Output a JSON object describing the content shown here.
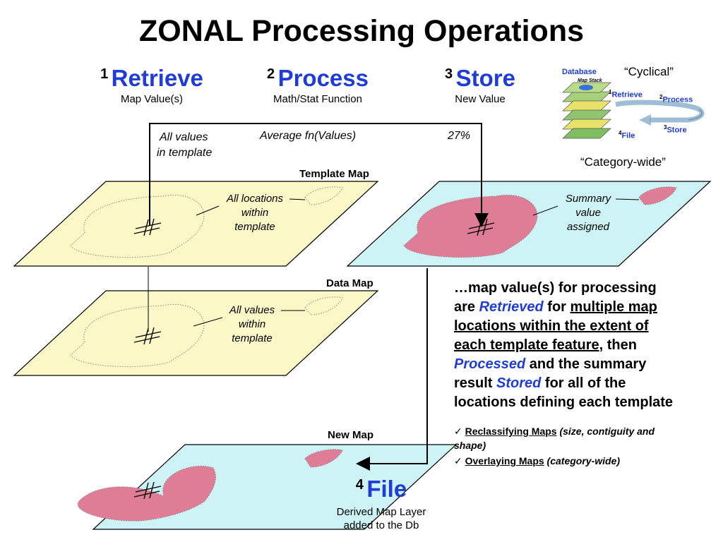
{
  "title": "ZONAL Processing Operations",
  "steps": {
    "retrieve": {
      "num": "1",
      "name": "Retrieve",
      "sub": "Map Value(s)"
    },
    "process": {
      "num": "2",
      "name": "Process",
      "sub": "Math/Stat Function"
    },
    "store": {
      "num": "3",
      "name": "Store",
      "sub": "New Value"
    },
    "file": {
      "num": "4",
      "name": "File",
      "sub_line1": "Derived Map Layer",
      "sub_line2": "added to the Db"
    }
  },
  "flow": {
    "all_values_line1": "All values",
    "all_values_line2": "in template",
    "average": "Average fn(Values)",
    "result": "27%"
  },
  "maps": {
    "template": {
      "label": "Template Map",
      "text_line1": "All locations",
      "text_line2": "within",
      "text_line3": "template"
    },
    "data": {
      "label": "Data Map",
      "text_line1": "All values",
      "text_line2": "within",
      "text_line3": "template"
    },
    "summary": {
      "text_line1": "Summary",
      "text_line2": "value",
      "text_line3": "assigned"
    },
    "new": {
      "label": "New Map"
    }
  },
  "cycle": {
    "database": "Database",
    "map_stack": "Map Stack",
    "cyclical": "“Cyclical”",
    "category_wide": "“Category-wide”",
    "s1": "Retrieve",
    "s2": "Process",
    "s3": "Store",
    "s4": "File",
    "n1": "1",
    "n2": "2",
    "n3": "3",
    "n4": "4"
  },
  "paragraph": {
    "p1": "…map value(s) for processing",
    "p2a": "are ",
    "p2b": "Retrieved",
    "p2c": " for ",
    "p2d": "multiple map",
    "p3": "locations within the extent of",
    "p4a": "each template feature",
    "p4b": ", then",
    "p5a": "Processed",
    "p5b": " and the summary",
    "p6a": "result ",
    "p6b": "Stored",
    "p6c": " for all of the",
    "p7": "locations defining each template"
  },
  "bullets": {
    "b1_check": "✓",
    "b1_bold": "Reclassifying Maps",
    "b1_italic": " (size, contiguity and",
    "b1_cont": "shape)",
    "b2_check": "✓",
    "b2_bold": "Overlaying Maps",
    "b2_italic": " (category-wide)"
  },
  "colors": {
    "accent_blue": "#1f3cd6",
    "template_fill": "#fbf7c6",
    "new_fill": "#cdf3f6",
    "zone_pink": "#e07d96"
  }
}
